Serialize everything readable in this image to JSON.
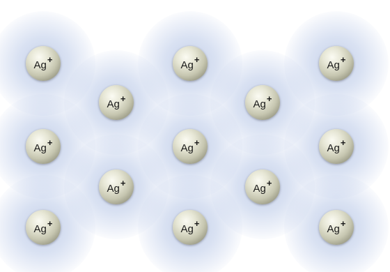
{
  "ions": [
    {
      "symbol": "Ag",
      "charge": "+"
    },
    {
      "symbol": "Ag",
      "charge": "+"
    },
    {
      "symbol": "Ag",
      "charge": "+"
    },
    {
      "symbol": "Ag",
      "charge": "+"
    },
    {
      "symbol": "Ag",
      "charge": "+"
    },
    {
      "symbol": "Ag",
      "charge": "+"
    },
    {
      "symbol": "Ag",
      "charge": "+"
    },
    {
      "symbol": "Ag",
      "charge": "+"
    },
    {
      "symbol": "Ag",
      "charge": "+"
    },
    {
      "symbol": "Ag",
      "charge": "+"
    },
    {
      "symbol": "Ag",
      "charge": "+"
    },
    {
      "symbol": "Ag",
      "charge": "+"
    },
    {
      "symbol": "Ag",
      "charge": "+"
    }
  ],
  "colors": {
    "background": "#ffffff",
    "electron_sea": "#a5b9e1",
    "ion_fill": "#c6c6b0",
    "label_text": "#1a1a1a"
  }
}
